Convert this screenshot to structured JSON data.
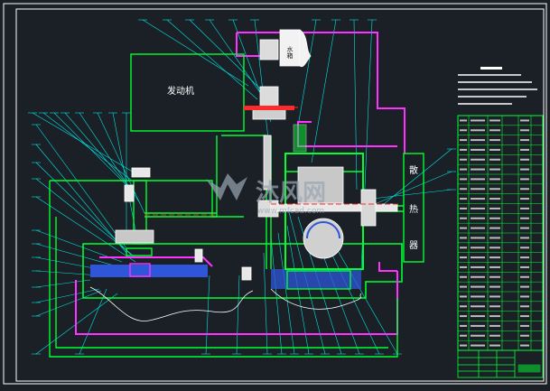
{
  "drawing": {
    "engine_label": "发动机",
    "water_tank_label": "水箱",
    "radiator_label_chars": [
      "散",
      "热",
      "器"
    ],
    "watermark_text": "沐风网",
    "watermark_url": "www.mfcad.com"
  },
  "colors": {
    "background": "#1b2026",
    "frame": "#ffffff",
    "structure": "#00ff33",
    "leader": "#00e5e5",
    "pipe": "#ff33ff",
    "water": "#2f55d8",
    "part_fill": "#e8e8e8",
    "red_detail": "#ff2a2a",
    "watermark": "#9aa6b3"
  },
  "tech_notes_lines": 5,
  "bom_rows": 24,
  "leader_count": 46
}
